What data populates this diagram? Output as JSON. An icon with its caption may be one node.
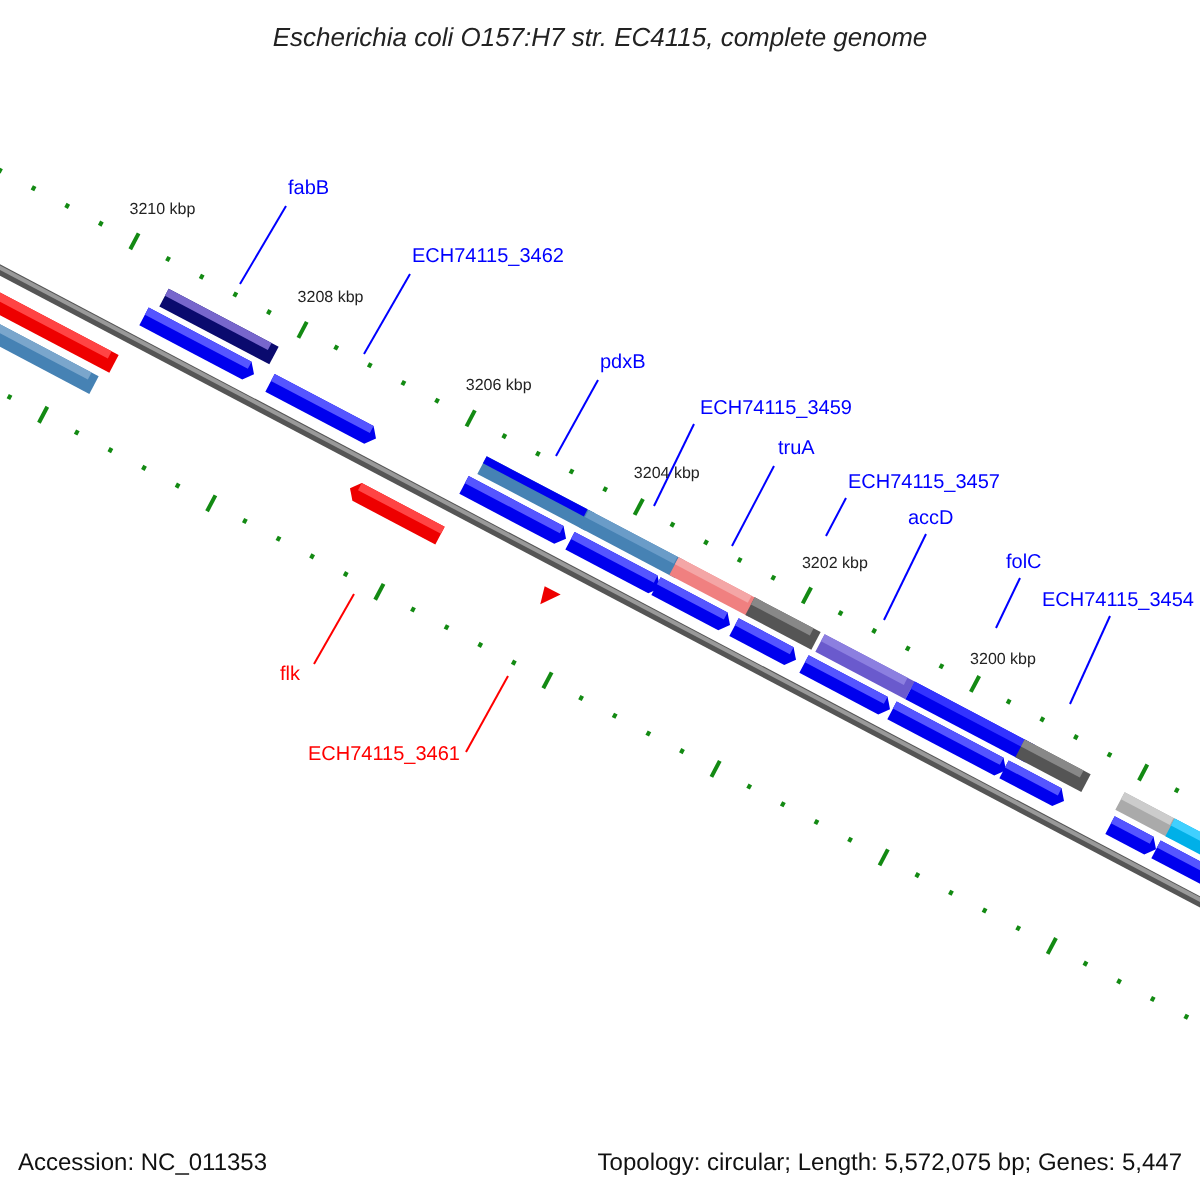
{
  "diagram": {
    "title": "Escherichia coli O157:H7 str. EC4115, complete genome",
    "nodes": [
      {
        "text": [
          "fabB"
        ]
      },
      {
        "text": [
          "ECH74115_3462"
        ]
      },
      {
        "text": [
          "pdxB"
        ]
      },
      {
        "text": [
          "ECH74115_3459"
        ]
      },
      {
        "text": [
          "truA"
        ]
      },
      {
        "text": [
          "ECH74115_3457"
        ]
      },
      {
        "text": [
          "accD"
        ]
      },
      {
        "text": [
          "folC"
        ]
      },
      {
        "text": [
          "ECH74115_3454"
        ]
      },
      {
        "text": [
          "flk"
        ]
      },
      {
        "text": [
          "ECH74115_3461"
        ]
      }
    ],
    "edges": [
      {
        "from": 0,
        "to": null,
        "arrow": "none"
      },
      {
        "from": 1,
        "to": null,
        "arrow": "none"
      },
      {
        "from": 2,
        "to": null,
        "arrow": "none"
      },
      {
        "from": 3,
        "to": null,
        "arrow": "none"
      },
      {
        "from": 4,
        "to": null,
        "arrow": "none"
      },
      {
        "from": 5,
        "to": null,
        "arrow": "none"
      },
      {
        "from": 6,
        "to": null,
        "arrow": "none"
      },
      {
        "from": 7,
        "to": null,
        "arrow": "none"
      },
      {
        "from": 8,
        "to": null,
        "arrow": "none"
      },
      {
        "from": 9,
        "to": null,
        "arrow": "none",
        "color": "#ff0000"
      },
      {
        "from": 10,
        "to": null,
        "arrow": "none",
        "color": "#ff0000"
      }
    ],
    "labels": [
      "3210 kbp",
      "3208 kbp",
      "3206 kbp",
      "3204 kbp",
      "3202 kbp",
      "3200 kbp",
      "Accession: NC_011353",
      "Topology: circular; Length: 5,572,075 bp; Genes: 5,447"
    ]
  }
}
